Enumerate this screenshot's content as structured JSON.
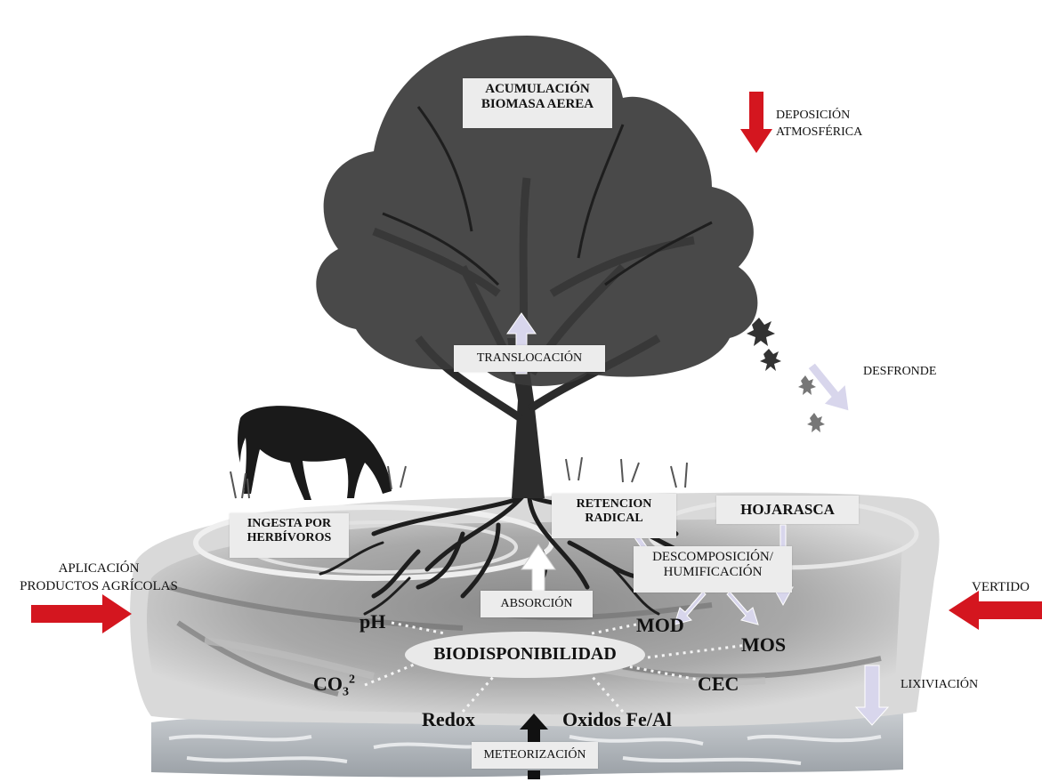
{
  "labels": {
    "acumulacion_l1": "ACUMULACIÓN",
    "acumulacion_l2": "BIOMASA AEREA",
    "deposicion_l1": "DEPOSICIÓN",
    "deposicion_l2": "ATMOSFÉRICA",
    "translocacion": "TRANSLOCACIÓN",
    "desfronde": "DESFRONDE",
    "ingesta_l1": "INGESTA POR",
    "ingesta_l2": "HERBÍVOROS",
    "retencion_l1": "RETENCION",
    "retencion_l2": "RADICAL",
    "hojarasca": "HOJARASCA",
    "descomposicion_l1": "DESCOMPOSICIÓN/",
    "descomposicion_l2": "HUMIFICACIÓN",
    "aplicacion_l1": "APLICACIÓN",
    "aplicacion_l2": "PRODUCTOS AGRÍCOLAS",
    "vertido": "VERTIDO",
    "absorcion": "ABSORCIÓN",
    "biodisponibilidad": "BIODISPONIBILIDAD",
    "lixiviacion": "LIXIVIACIÓN",
    "meteorizacion": "METEORIZACIÓN"
  },
  "factors": {
    "ph": "pH",
    "mod": "MOD",
    "mos": "MOS",
    "co2": "CO",
    "co2_sub": "3",
    "co2_sup": "2",
    "cec": "CEC",
    "redox": "Redox",
    "oxidos": "Oxidos Fe/Al"
  },
  "colors": {
    "input_arrow": "#d4161f",
    "process_arrow": "#d8d6ec",
    "tree": "#2b2b2b",
    "soil_dark": "#7f7f7f",
    "soil_light": "#c4c4c4",
    "bedrock": "#aeb3b8",
    "label_bg": "#ececec"
  }
}
